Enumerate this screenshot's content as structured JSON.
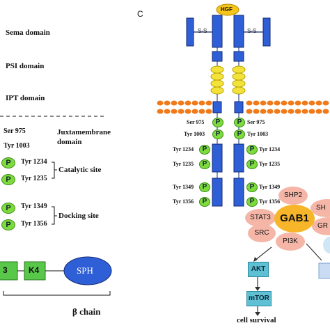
{
  "panel_letter": "C",
  "left_domains": {
    "sema": "Sema domain",
    "psi": "PSI domain",
    "ipt": "IPT domain"
  },
  "legend_sites": {
    "ser975": "Ser 975",
    "tyr1003": "Tyr 1003",
    "juxtamembrane": "Juxtamembrane",
    "domain": "domain",
    "tyr1234": "Tyr 1234",
    "tyr1235": "Tyr 1235",
    "catalytic": "Catalytic site",
    "tyr1349": "Tyr 1349",
    "tyr1356": "Tyr 1356",
    "docking": "Docking site",
    "p": "P"
  },
  "bottom_left": {
    "box3": "3",
    "k4": "K4",
    "sph": "SPH",
    "beta_chain": "β chain"
  },
  "receptor": {
    "hgf": "HGF",
    "ss": "S-S",
    "ser975": "Ser 975",
    "tyr1003": "Tyr 1003",
    "tyr1234": "Tyr 1234",
    "tyr1235": "Tyr 1235",
    "tyr1349": "Tyr 1349",
    "tyr1356": "Tyr 1356",
    "p": "P"
  },
  "signaling": {
    "gab1": "GAB1",
    "shp2": "SHP2",
    "stat3": "STAT3",
    "src": "SRC",
    "pi3k": "PI3K",
    "shc_partial": "SH",
    "grb_partial": "GR",
    "akt": "AKT",
    "mtor": "mTOR",
    "cell_survival": "cell survival"
  },
  "colors": {
    "domain_blue": "#2f5fd6",
    "membrane_orange": "#f07a1a",
    "phospho_green": "#7ddc3c",
    "hgf_yellow": "#f5c51a",
    "psi_yellow": "#f3e23a",
    "adaptor_pink": "#f5b6a7",
    "gab1_orange": "#f7b62a",
    "kinase_teal": "#5fc0d4"
  }
}
